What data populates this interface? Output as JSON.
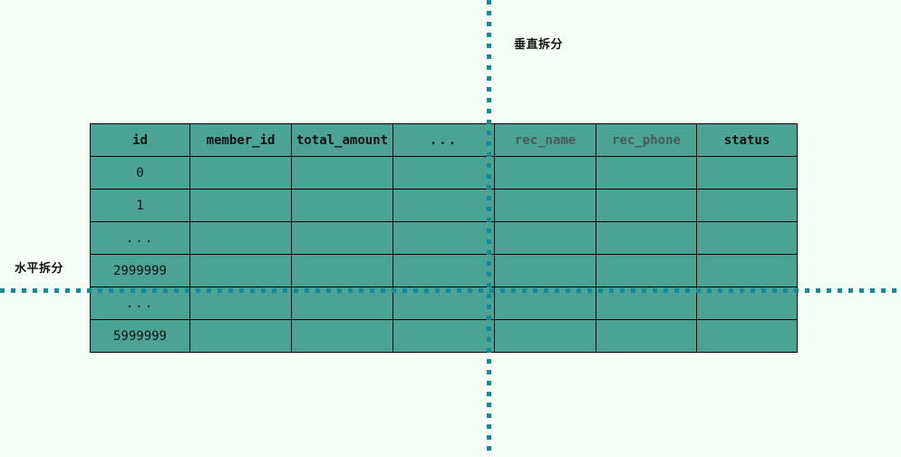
{
  "diagram": {
    "title_vertical_split": "垂直拆分",
    "title_horizontal_split": "水平拆分",
    "colors": {
      "background": "#f5fff5",
      "table_fill": "#4ba396",
      "table_border": "#000000",
      "split_line": "#138a96",
      "text": "#111111",
      "muted_text": "#4a5a58"
    }
  },
  "table": {
    "name": "order-table",
    "columns": [
      {
        "key": "id",
        "label": "id",
        "muted": false
      },
      {
        "key": "member_id",
        "label": "member_id",
        "muted": false
      },
      {
        "key": "total_amount",
        "label": "total_amount",
        "muted": false
      },
      {
        "key": "more",
        "label": "...",
        "muted": false
      },
      {
        "key": "rec_name",
        "label": "rec_name",
        "muted": true
      },
      {
        "key": "rec_phone",
        "label": "rec_phone",
        "muted": true
      },
      {
        "key": "status",
        "label": "status",
        "muted": false
      }
    ],
    "rows": [
      {
        "id": "0",
        "member_id": "",
        "total_amount": "",
        "more": "",
        "rec_name": "",
        "rec_phone": "",
        "status": ""
      },
      {
        "id": "1",
        "member_id": "",
        "total_amount": "",
        "more": "",
        "rec_name": "",
        "rec_phone": "",
        "status": ""
      },
      {
        "id": "...",
        "member_id": "",
        "total_amount": "",
        "more": "",
        "rec_name": "",
        "rec_phone": "",
        "status": ""
      },
      {
        "id": "2999999",
        "member_id": "",
        "total_amount": "",
        "more": "",
        "rec_name": "",
        "rec_phone": "",
        "status": ""
      },
      {
        "id": "...",
        "member_id": "",
        "total_amount": "",
        "more": "",
        "rec_name": "",
        "rec_phone": "",
        "status": ""
      },
      {
        "id": "5999999",
        "member_id": "",
        "total_amount": "",
        "more": "",
        "rec_name": "",
        "rec_phone": "",
        "status": ""
      }
    ],
    "header_cells": {
      "id": "id",
      "member_id": "member_id",
      "total_amount": "total_amount",
      "more": "...",
      "rec_name": "rec_name",
      "rec_phone": "rec_phone",
      "status": "status"
    },
    "row_ids": [
      "0",
      "1",
      "...",
      "2999999",
      "...",
      "5999999"
    ]
  }
}
